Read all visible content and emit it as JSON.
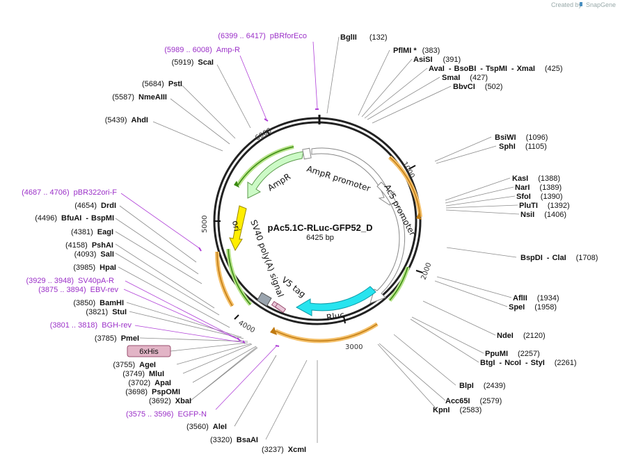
{
  "credit": {
    "text": "Created by",
    "brand": "SnapGene"
  },
  "plasmid": {
    "name": "pAc5.1C-RLuc-GFP52_D",
    "size": "6425 bp"
  },
  "ring_ticks": [
    "1000",
    "2000",
    "3000",
    "4000",
    "5000",
    "6000"
  ],
  "features": {
    "ampr_promoter": "AmpR promoter",
    "ac5_promoter": "Ac5 promoter",
    "ampr": "AmpR",
    "ori": "ori",
    "sv40": "SV40 poly(A) signal",
    "v5": "V5 tag",
    "rluc": "Rluc"
  },
  "tag_6xhis": "6xHis",
  "sites": [
    {
      "name": "BglII",
      "pos": "(132)"
    },
    {
      "name": "PflMI *",
      "pos": "(383)"
    },
    {
      "name": "AsiSI",
      "pos": "(391)"
    },
    {
      "parts": [
        "AvaI",
        "BsoBI",
        "TspMI",
        "XmaI"
      ],
      "pos": "(425)"
    },
    {
      "name": "SmaI",
      "pos": "(427)"
    },
    {
      "name": "BbvCI",
      "pos": "(502)"
    },
    {
      "name": "BsiWI",
      "pos": "(1096)"
    },
    {
      "name": "SphI",
      "pos": "(1105)"
    },
    {
      "name": "KasI",
      "pos": "(1388)"
    },
    {
      "name": "NarI",
      "pos": "(1389)"
    },
    {
      "name": "SfoI",
      "pos": "(1390)"
    },
    {
      "name": "PluTI",
      "pos": "(1392)"
    },
    {
      "name": "NsiI",
      "pos": "(1406)"
    },
    {
      "parts": [
        "BspDI",
        "ClaI"
      ],
      "pos": "(1708)"
    },
    {
      "name": "AflII",
      "pos": "(1934)"
    },
    {
      "name": "SpeI",
      "pos": "(1958)"
    },
    {
      "name": "NdeI",
      "pos": "(2120)"
    },
    {
      "name": "PpuMI",
      "pos": "(2257)"
    },
    {
      "parts": [
        "BtgI",
        "NcoI",
        "StyI"
      ],
      "pos": "(2261)"
    },
    {
      "name": "BlpI",
      "pos": "(2439)"
    },
    {
      "name": "Acc65I",
      "pos": "(2579)"
    },
    {
      "name": "KpnI",
      "pos": "(2583)"
    },
    {
      "name": "XcmI",
      "pos": "(3237)"
    },
    {
      "name": "BsaAI",
      "pos": "(3320)"
    },
    {
      "name": "AleI",
      "pos": "(3560)"
    },
    {
      "name": "XbaI",
      "pos": "(3692)"
    },
    {
      "name": "PspOMI",
      "pos": "(3698)"
    },
    {
      "name": "ApaI",
      "pos": "(3702)"
    },
    {
      "name": "MluI",
      "pos": "(3749)"
    },
    {
      "name": "AgeI",
      "pos": "(3755)"
    },
    {
      "name": "PmeI",
      "pos": "(3785)"
    },
    {
      "name": "StuI",
      "pos": "(3821)"
    },
    {
      "name": "BamHI",
      "pos": "(3850)"
    },
    {
      "name": "HpaI",
      "pos": "(3985)"
    },
    {
      "name": "SalI",
      "pos": "(4093)"
    },
    {
      "name": "PshAI",
      "pos": "(4158)"
    },
    {
      "name": "EagI",
      "pos": "(4381)"
    },
    {
      "parts": [
        "BfuAI",
        "BspMI"
      ],
      "pos": "(4496)"
    },
    {
      "name": "DrdI",
      "pos": "(4654)"
    },
    {
      "name": "AhdI",
      "pos": "(5439)"
    },
    {
      "name": "NmeAIII",
      "pos": "(5587)"
    },
    {
      "name": "PstI",
      "pos": "(5684)"
    },
    {
      "name": "ScaI",
      "pos": "(5919)"
    }
  ],
  "primers": [
    {
      "range": "(6399 .. 6417)",
      "name": "pBRforEco"
    },
    {
      "range": "(5989 .. 6008)",
      "name": "Amp-R"
    },
    {
      "range": "(4687 .. 4706)",
      "name": "pBR322ori-F"
    },
    {
      "range": "(3929 .. 3948)",
      "name": "SV40pA-R"
    },
    {
      "range": "(3875 .. 3894)",
      "name": "EBV-rev"
    },
    {
      "range": "(3801 .. 3818)",
      "name": "BGH-rev"
    },
    {
      "range": "(3575 .. 3596)",
      "name": "EGFP-N"
    }
  ]
}
